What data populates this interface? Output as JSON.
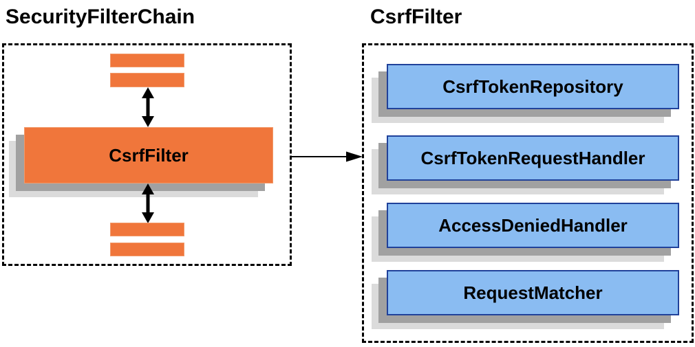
{
  "left_panel": {
    "title": "SecurityFilterChain",
    "filter_label": "CsrfFilter"
  },
  "right_panel": {
    "title": "CsrfFilter",
    "components": [
      {
        "label": "CsrfTokenRepository"
      },
      {
        "label": "CsrfTokenRequestHandler"
      },
      {
        "label": "AccessDeniedHandler"
      },
      {
        "label": "RequestMatcher"
      }
    ]
  },
  "icons": {
    "vertical_double_arrow": "bidirectional-arrow-icon",
    "horizontal_arrow": "right-arrow-icon"
  },
  "colors": {
    "orange_fill": "#F0763B",
    "orange_edge": "#F19B6C",
    "blue_fill": "#8ABCF2",
    "blue_edge": "#20419A",
    "shadow_mid": "#A1A1A1",
    "shadow_light": "#DBDBDB",
    "ink": "#000000",
    "bg": "#FFFFFF"
  }
}
